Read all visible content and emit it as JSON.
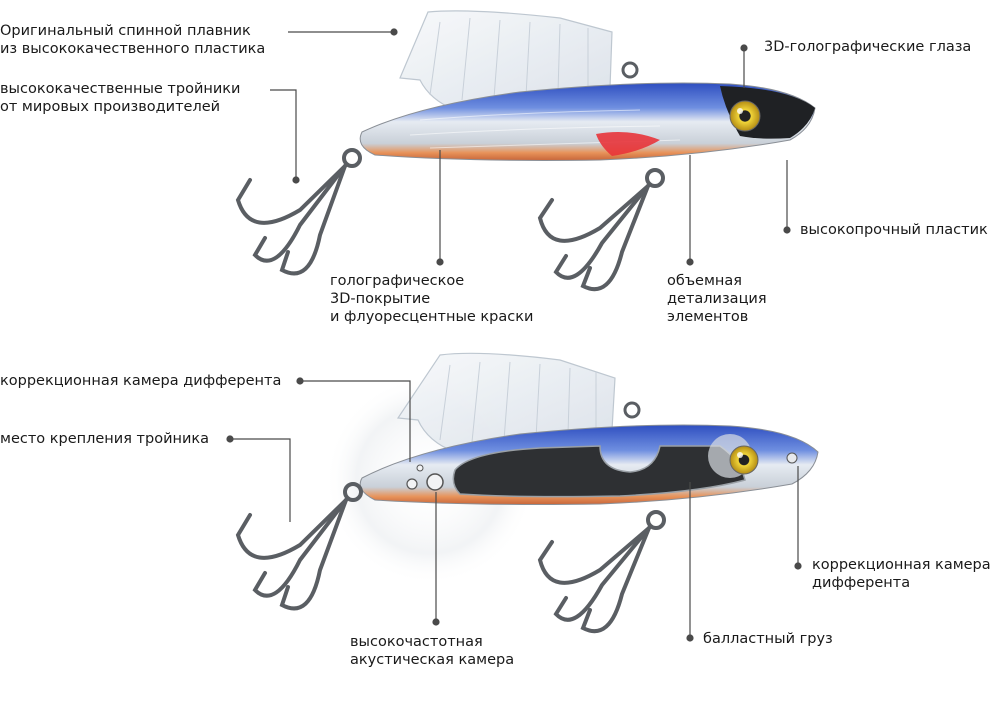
{
  "colors": {
    "body_blue": "#3b5fc9",
    "body_silver": "#dfe6ee",
    "belly_orange": "#e8935a",
    "fin_clear": "#eef2f6",
    "eye_yellow": "#e6c52a",
    "gill_red": "#e8343a",
    "hook_steel": "#5a5e63",
    "chamber_dark": "#2e3033",
    "leader_line": "#4a4a4a"
  },
  "icons": [
    "vib-lure-illustration",
    "treble-hook-icon",
    "split-ring-icon"
  ],
  "top_lure": {
    "dorsal_fin": [
      "Оригинальный спинной плавник",
      "из высококачественного пластика"
    ],
    "hooks": [
      "высококачественные тройники",
      "от мировых производителей"
    ],
    "eyes": [
      "3D-голографические глаза"
    ],
    "plastic": [
      "высокопрочный пластик"
    ],
    "coating": [
      "голографическое",
      "3D-покрытие",
      "и флуоресцентные краски"
    ],
    "detail": [
      "объемная",
      "детализация",
      "элементов"
    ]
  },
  "bottom_lure": {
    "trim_chamber_left": [
      "коррекционная камера дифферента"
    ],
    "hook_mount": [
      "место крепления тройника"
    ],
    "trim_chamber_right": [
      "коррекционная камера",
      "дифферента"
    ],
    "acoustic": [
      "высокочастотная",
      "акустическая камера"
    ],
    "ballast": [
      "балластный груз"
    ]
  }
}
